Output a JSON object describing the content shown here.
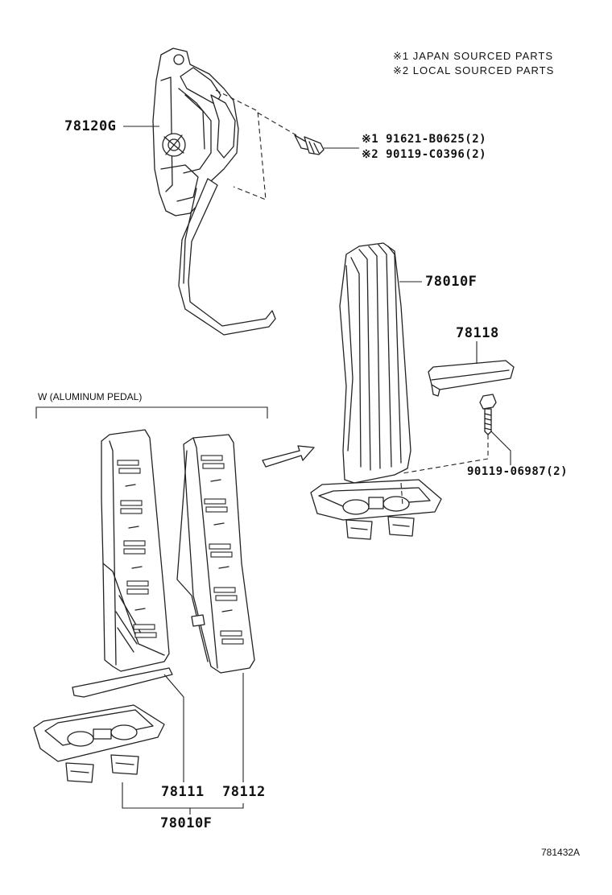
{
  "notes": {
    "japan": "※1 JAPAN SOURCED PARTS",
    "local": "※2 LOCAL SOURCED PARTS"
  },
  "parts": {
    "p78120G": "78120G",
    "bolt1": "※1 91621-B0625(2)",
    "bolt2": "※2 90119-C0396(2)",
    "p78010F_main": "78010F",
    "p78118": "78118",
    "bolt3": "90119-06987(2)",
    "p78111": "78111",
    "p78112": "78112",
    "p78010F_group": "78010F"
  },
  "group_label": "W (ALUMINUM PEDAL)",
  "figure_code": "781432A"
}
